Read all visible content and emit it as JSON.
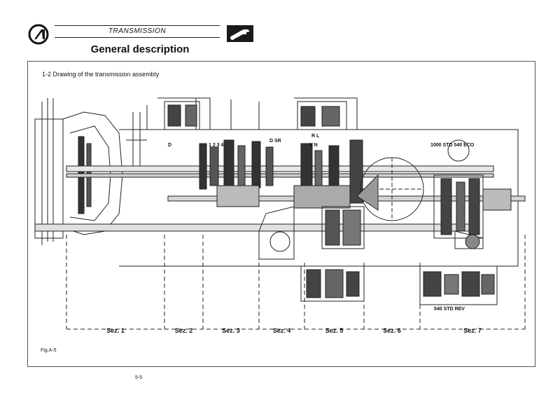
{
  "header": {
    "section": "TRANSMISSION",
    "logo_icon": "company-logo-icon",
    "service_icon": "wrench-hand-icon"
  },
  "page": {
    "title": "General description",
    "caption": "1-2  Drawing of the transmission assembly",
    "figure_label": "Fig.A-5",
    "page_number": "5-5"
  },
  "diagram": {
    "labels": {
      "d": "D",
      "gears": "1 2 3 4",
      "dsr": "D SR",
      "vn": "V N",
      "rl": "R L",
      "pto": "1000 STD 540 ECO",
      "pto_rev": "540 STD REV"
    },
    "sections": [
      "Sez. 1",
      "Sez. 2",
      "Sez. 3",
      "Sez. 4",
      "Sez. 5",
      "Sez. 6",
      "Sez. 7"
    ]
  }
}
